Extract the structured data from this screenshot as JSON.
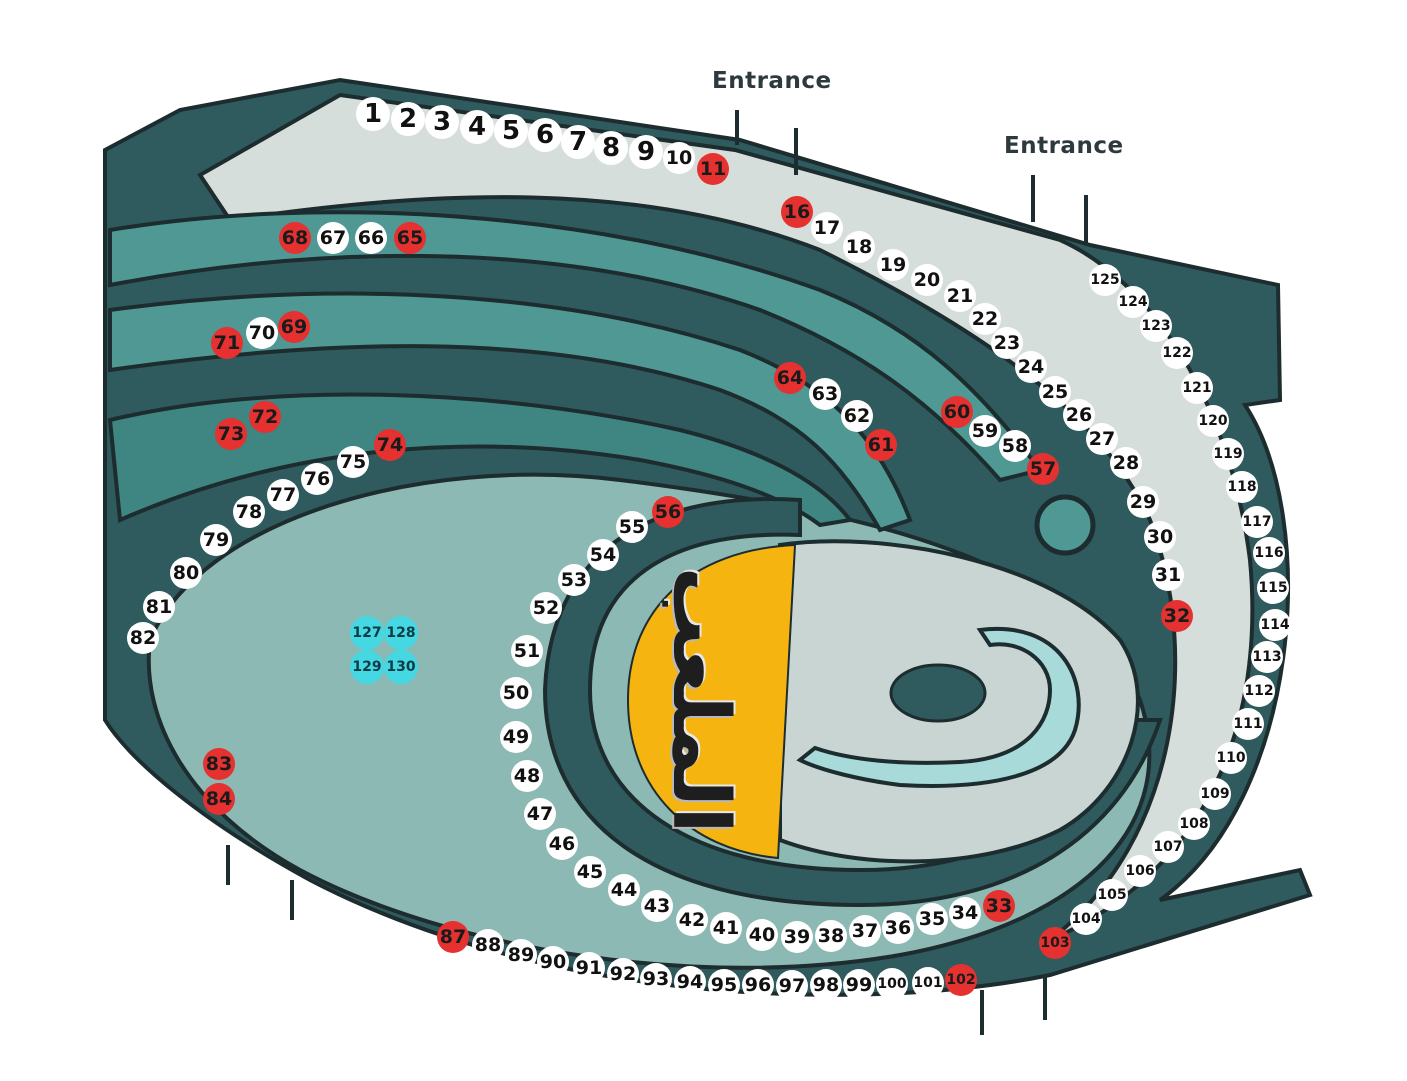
{
  "colors": {
    "available": "#ffffff",
    "booked": "#e5312f",
    "special": "#45d8e2",
    "stage": "#f6b410",
    "structure_dark": "#2f5b5e",
    "structure_teal": "#4f9894",
    "floor": "#8cb9b3",
    "walkway": "#d6dedb"
  },
  "entrances": [
    {
      "id": "entrance-top",
      "label": "Entrance"
    },
    {
      "id": "entrance-right",
      "label": "Entrance"
    }
  ],
  "stage": {
    "label": "الملعب"
  },
  "booked_seats": [
    "11",
    "16",
    "32",
    "33",
    "56",
    "57",
    "60",
    "61",
    "64",
    "65",
    "68",
    "69",
    "71",
    "72",
    "73",
    "74",
    "83",
    "84",
    "87",
    "102",
    "103"
  ],
  "special_seats": [
    "127",
    "128",
    "129",
    "130"
  ],
  "seats": [
    "1",
    "2",
    "3",
    "4",
    "5",
    "6",
    "7",
    "8",
    "9",
    "10",
    "11",
    "16",
    "17",
    "18",
    "19",
    "20",
    "21",
    "22",
    "23",
    "24",
    "25",
    "26",
    "27",
    "28",
    "29",
    "30",
    "31",
    "32",
    "33",
    "34",
    "35",
    "36",
    "37",
    "38",
    "39",
    "40",
    "41",
    "42",
    "43",
    "44",
    "45",
    "46",
    "47",
    "48",
    "49",
    "50",
    "51",
    "52",
    "53",
    "54",
    "55",
    "56",
    "57",
    "58",
    "59",
    "60",
    "61",
    "62",
    "63",
    "64",
    "65",
    "66",
    "67",
    "68",
    "69",
    "70",
    "71",
    "72",
    "73",
    "74",
    "75",
    "76",
    "77",
    "78",
    "79",
    "80",
    "81",
    "82",
    "83",
    "84",
    "87",
    "88",
    "89",
    "90",
    "91",
    "92",
    "93",
    "94",
    "95",
    "96",
    "97",
    "98",
    "99",
    "100",
    "101",
    "102",
    "103",
    "104",
    "105",
    "106",
    "107",
    "108",
    "109",
    "110",
    "111",
    "112",
    "113",
    "114",
    "115",
    "116",
    "117",
    "118",
    "119",
    "120",
    "121",
    "122",
    "123",
    "124",
    "125",
    "127",
    "128",
    "129",
    "130"
  ]
}
